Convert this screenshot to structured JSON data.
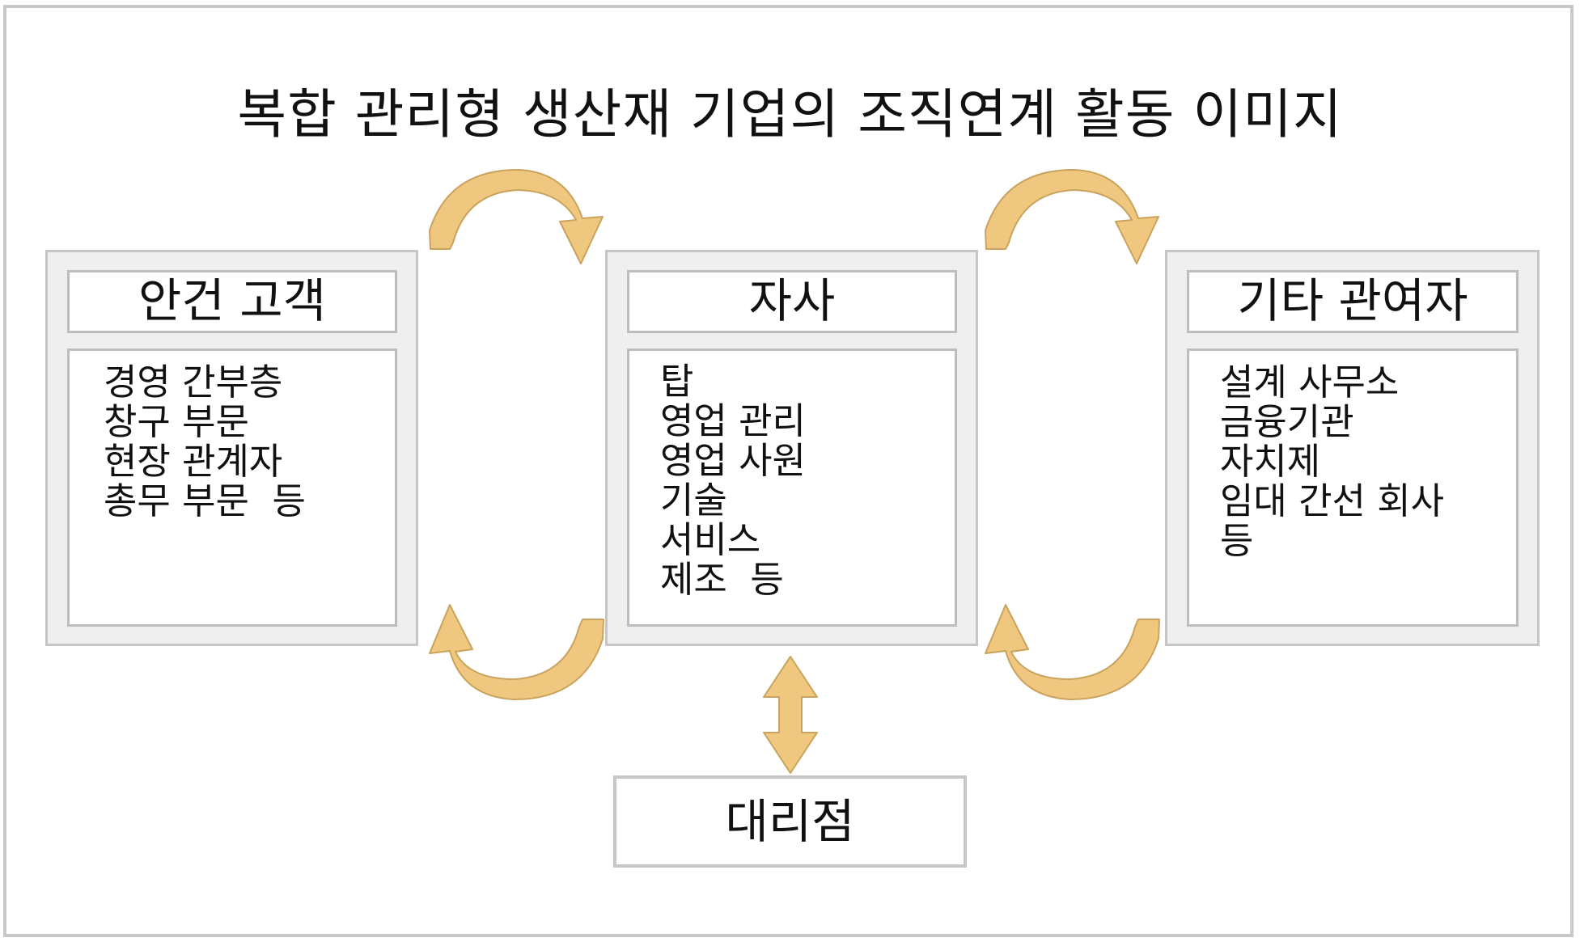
{
  "title": "복합 관리형 생산재 기업의 조직연계 활동 이미지",
  "panels": [
    {
      "heading": "안건 고객",
      "items": [
        "경영 간부층",
        "창구 부문",
        "현장 관계자",
        "총무 부문  등"
      ]
    },
    {
      "heading": "자사",
      "items": [
        "탑",
        "영업 관리",
        "영업 사원",
        "기술",
        "서비스",
        "제조  등"
      ]
    },
    {
      "heading": "기타 관여자",
      "items": [
        "설계 사무소",
        "금융기관",
        "자치제",
        "임대 간선 회사",
        "등"
      ]
    }
  ],
  "agency": "대리점",
  "colors": {
    "arrow": "#efc77f",
    "arrow_stroke": "#c9a35d",
    "panel_border": "#c6c6c6"
  }
}
